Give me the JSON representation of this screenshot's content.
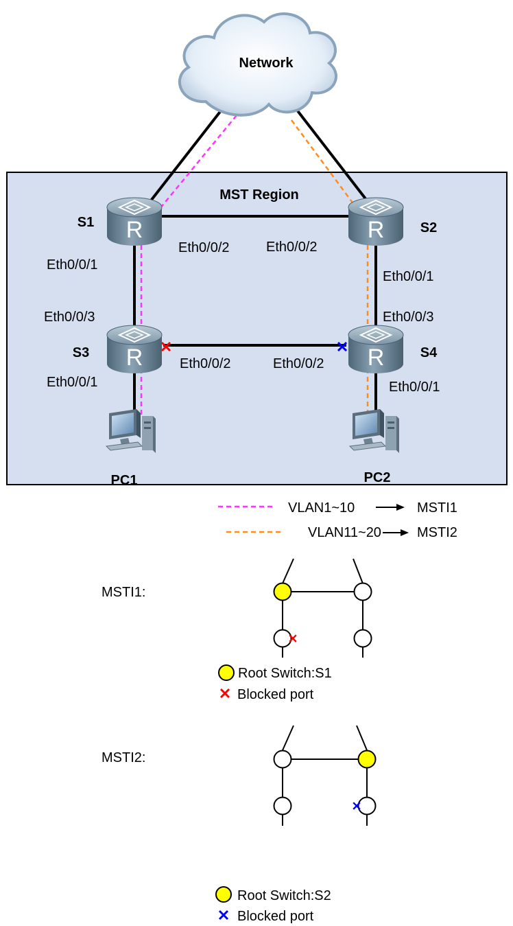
{
  "network": {
    "label": "Network"
  },
  "region": {
    "label": "MST Region"
  },
  "switches": [
    {
      "name": "S1"
    },
    {
      "name": "S2"
    },
    {
      "name": "S3"
    },
    {
      "name": "S4"
    }
  ],
  "ports": {
    "s1_down": "Eth0/0/1",
    "s1_right": "Eth0/0/2",
    "s2_left": "Eth0/0/2",
    "s2_down": "Eth0/0/1",
    "s3_up": "Eth0/0/3",
    "s3_right": "Eth0/0/2",
    "s3_down": "Eth0/0/1",
    "s4_up": "Eth0/0/3",
    "s4_left": "Eth0/0/2",
    "s4_down": "Eth0/0/1"
  },
  "pcs": [
    {
      "name": "PC1"
    },
    {
      "name": "PC2"
    }
  ],
  "legend": [
    {
      "vlan": "VLAN1~10",
      "instance": "MSTI1",
      "color": "#ff33ff"
    },
    {
      "vlan": "VLAN11~20",
      "instance": "MSTI2",
      "color": "#ff8c1a"
    }
  ],
  "msti1": {
    "label": "MSTI1:",
    "root_text": "Root Switch:S1",
    "blocked_text": "Blocked port",
    "blocked_color": "#ff0000"
  },
  "msti2": {
    "label": "MSTI2:",
    "root_text": "Root Switch:S2",
    "blocked_text": "Blocked port",
    "blocked_color": "#0000ff"
  },
  "colors": {
    "region_fill": "#d6dff0",
    "root_fill": "#ffff00",
    "router": "#6a8497",
    "cloud": "#dce8f5"
  }
}
